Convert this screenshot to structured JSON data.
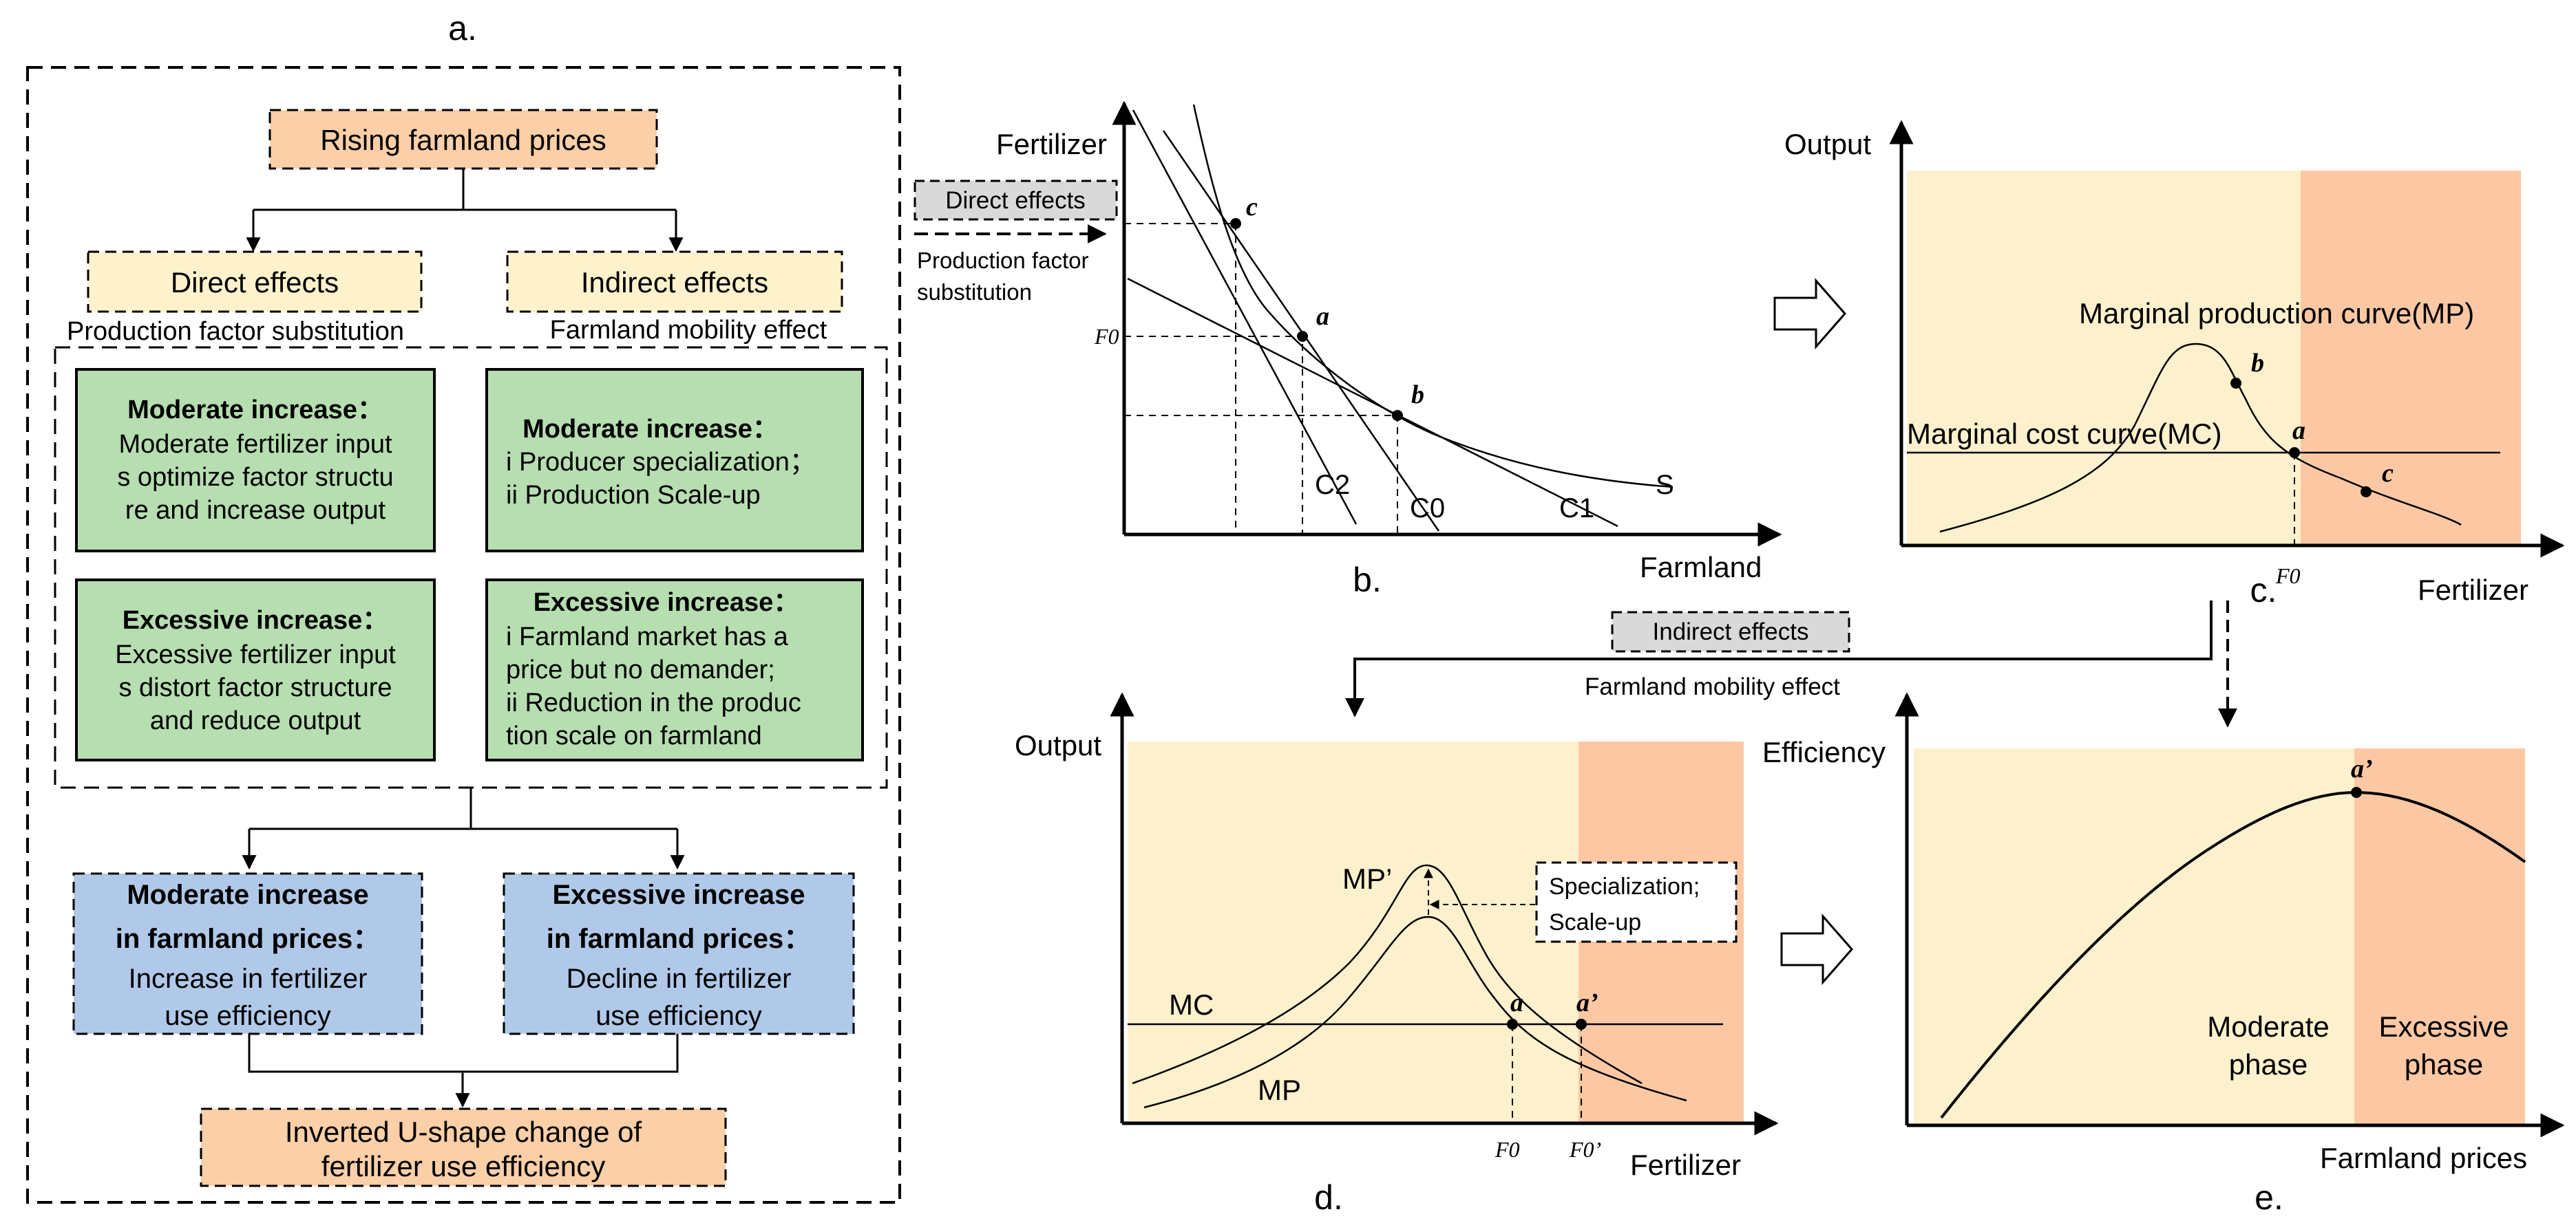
{
  "panel_a": {
    "label": "a.",
    "top": "Rising farmland prices",
    "direct": "Direct effects",
    "indirect": "Indirect effects",
    "pfs": "Production factor substitution",
    "fme": "Farmland mobility effect",
    "box1": {
      "title": "Moderate increase：",
      "lines": [
        "Moderate fertilizer input",
        "s optimize factor structu",
        "re and increase output"
      ]
    },
    "box2": {
      "title": "Moderate increase：",
      "lines": [
        "i Producer specialization；",
        "ii Production Scale-up"
      ]
    },
    "box3": {
      "title": "Excessive increase：",
      "lines": [
        "Excessive fertilizer input",
        "s distort factor structure",
        "and reduce output"
      ]
    },
    "box4": {
      "title": "Excessive increase：",
      "lines": [
        "i Farmland market has a",
        "price but no demander;",
        "ii Reduction in the produc",
        "tion scale on farmland"
      ]
    },
    "blue1": {
      "bold1": "Moderate increase",
      "bold2": "in farmland prices：",
      "line1": "Increase in fertilizer",
      "line2": "use efficiency"
    },
    "blue2": {
      "bold1": "Excessive increase",
      "bold2": "in farmland prices：",
      "line1": "Decline in fertilizer",
      "line2": "use efficiency"
    },
    "bottom": {
      "line1": "Inverted U-shape change of",
      "line2": "fertilizer use efficiency"
    }
  },
  "flow": {
    "direct_tag": "Direct effects",
    "pfs1": "Production factor",
    "pfs2": "substitution",
    "indirect_tag": "Indirect effects",
    "fme": "Farmland mobility effect"
  },
  "panel_b": {
    "label": "b.",
    "ylabel": "Fertilizer",
    "xlabel": "Farmland",
    "f0": "F0",
    "points": [
      "c",
      "a",
      "b"
    ],
    "lines": [
      "C2",
      "C0",
      "C1",
      "S"
    ]
  },
  "panel_c": {
    "label": "c.",
    "ylabel": "Output",
    "xlabel": "Fertilizer",
    "mp_label": "Marginal production curve(MP)",
    "mc_label": "Marginal cost curve(MC)",
    "points": [
      "b",
      "a",
      "c"
    ],
    "f0": "F0"
  },
  "panel_d": {
    "label": "d.",
    "ylabel": "Output",
    "xlabel": "Fertilizer",
    "mp_prime": "MP’",
    "mp": "MP",
    "mc": "MC",
    "box1": "Specialization;",
    "box2": "Scale-up",
    "a": "a",
    "a_prime": "a’",
    "f0": "F0",
    "f0_prime": "F0’"
  },
  "panel_e": {
    "label": "e.",
    "ylabel": "Efficiency",
    "xlabel": "Farmland prices",
    "a_prime": "a’",
    "moderate1": "Moderate",
    "moderate2": "phase",
    "excessive1": "Excessive",
    "excessive2": "phase"
  },
  "colors": {
    "orange_box": "#fbcfa7",
    "yellow_box": "#fdf2cc",
    "green_box": "#b6deb0",
    "blue_box": "#b0c9e8",
    "gray_box": "#d9d9d9",
    "bg_yellow": "#fdf0cc",
    "bg_orange": "#fcc8a4"
  }
}
